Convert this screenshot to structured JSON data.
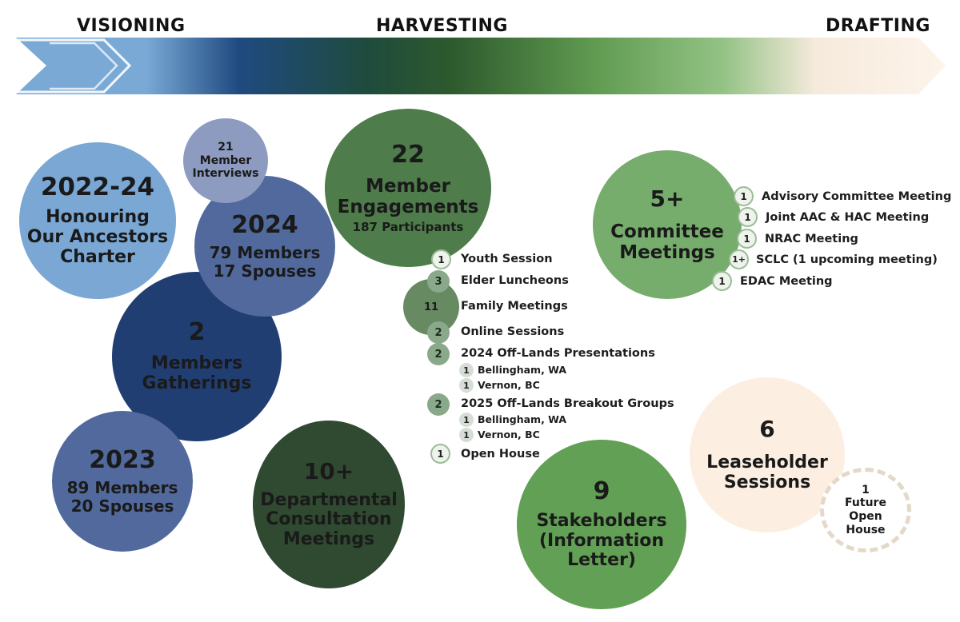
{
  "phases": {
    "visioning": "VISIONING",
    "harvesting": "HARVESTING",
    "drafting": "DRAFTING"
  },
  "colors": {
    "light_blue": "#7aa7d4",
    "slate_blue": "#51699c",
    "navy": "#213e73",
    "grey_blue": "#8c9bbf",
    "dark_green": "#2f4a30",
    "mid_green": "#4e7c4a",
    "green": "#62a055",
    "light_green": "#76ac6c",
    "cream": "#fcefe2"
  },
  "bubbles": {
    "charter": {
      "year": "2022-24",
      "line1": "Honouring",
      "line2": "Our Ancestors",
      "line3": "Charter"
    },
    "interviews": {
      "count": "21",
      "line1": "Member",
      "line2": "Interviews"
    },
    "y2024": {
      "year": "2024",
      "line1": "79 Members",
      "line2": "17 Spouses"
    },
    "gatherings": {
      "count": "2",
      "line1": "Members",
      "line2": "Gatherings"
    },
    "y2023": {
      "year": "2023",
      "line1": "89 Members",
      "line2": "20 Spouses"
    },
    "engagements": {
      "count": "22",
      "line1": "Member",
      "line2": "Engagements",
      "sub": "187 Participants"
    },
    "departmental": {
      "count": "10+",
      "line1": "Departmental",
      "line2": "Consultation",
      "line3": "Meetings"
    },
    "family": {
      "count": "11"
    },
    "committee": {
      "count": "5+",
      "line1": "Committee",
      "line2": "Meetings"
    },
    "stakeholders": {
      "count": "9",
      "line1": "Stakeholders",
      "line2": "(Information",
      "line3": "Letter)"
    },
    "leaseholder": {
      "count": "6",
      "line1": "Leaseholder",
      "line2": "Sessions"
    },
    "future": {
      "count": "1",
      "line1": "Future",
      "line2": "Open",
      "line3": "House"
    }
  },
  "engagement_items": {
    "youth": {
      "count": "1",
      "label": "Youth Session"
    },
    "elder": {
      "count": "3",
      "label": "Elder Luncheons"
    },
    "family": {
      "label": "Family Meetings"
    },
    "online": {
      "count": "2",
      "label": "Online Sessions"
    },
    "presentations": {
      "count": "2",
      "label": "2024 Off-Lands Presentations"
    },
    "pres_bellingham": {
      "count": "1",
      "label": "Bellingham, WA"
    },
    "pres_vernon": {
      "count": "1",
      "label": "Vernon, BC"
    },
    "breakout": {
      "count": "2",
      "label": "2025 Off-Lands Breakout Groups"
    },
    "brk_bellingham": {
      "count": "1",
      "label": "Bellingham, WA"
    },
    "brk_vernon": {
      "count": "1",
      "label": "Vernon, BC"
    },
    "open_house": {
      "count": "1",
      "label": "Open House"
    }
  },
  "committee_items": {
    "advisory": {
      "count": "1",
      "label": "Advisory Committee Meeting"
    },
    "joint": {
      "count": "1",
      "label": "Joint AAC & HAC Meeting"
    },
    "nrac": {
      "count": "1",
      "label": "NRAC Meeting"
    },
    "sclc": {
      "count": "1+",
      "label": "SCLC (1 upcoming meeting)"
    },
    "edac": {
      "count": "1",
      "label": "EDAC Meeting"
    }
  }
}
